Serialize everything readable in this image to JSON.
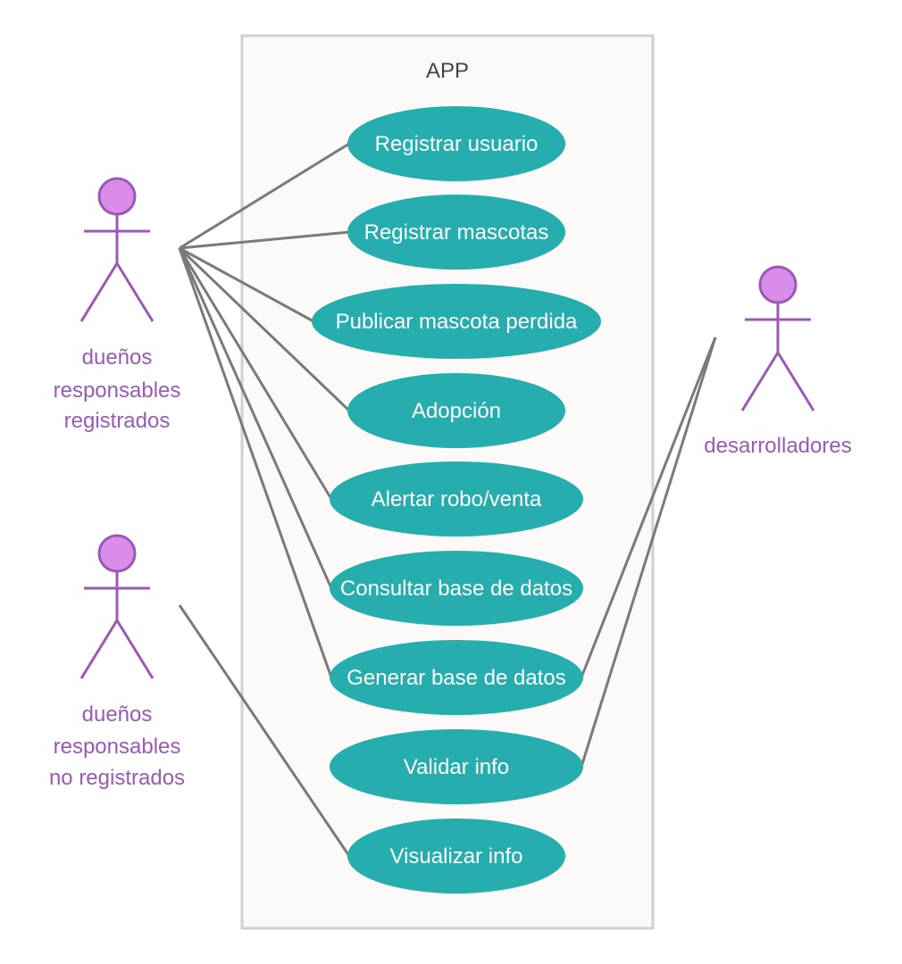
{
  "system": {
    "title": "APP"
  },
  "use_cases": [
    {
      "id": "uc1",
      "label": "Registrar usuario"
    },
    {
      "id": "uc2",
      "label": "Registrar mascotas"
    },
    {
      "id": "uc3",
      "label": "Publicar mascota perdida"
    },
    {
      "id": "uc4",
      "label": "Adopción"
    },
    {
      "id": "uc5",
      "label": "Alertar robo/venta"
    },
    {
      "id": "uc6",
      "label": "Consultar base de datos"
    },
    {
      "id": "uc7",
      "label": "Generar base de datos"
    },
    {
      "id": "uc8",
      "label": "Validar info"
    },
    {
      "id": "uc9",
      "label": "Visualizar info"
    }
  ],
  "actors": [
    {
      "id": "a1",
      "lines": [
        "dueños",
        "responsables",
        "registrados"
      ]
    },
    {
      "id": "a2",
      "lines": [
        "dueños",
        "responsables",
        "no registrados"
      ]
    },
    {
      "id": "a3",
      "lines": [
        "desarrolladores"
      ]
    }
  ],
  "associations": [
    [
      "a1",
      "uc1"
    ],
    [
      "a1",
      "uc2"
    ],
    [
      "a1",
      "uc3"
    ],
    [
      "a1",
      "uc4"
    ],
    [
      "a1",
      "uc5"
    ],
    [
      "a1",
      "uc6"
    ],
    [
      "a1",
      "uc7"
    ],
    [
      "a2",
      "uc9"
    ],
    [
      "a3",
      "uc7"
    ],
    [
      "a3",
      "uc8"
    ]
  ],
  "colors": {
    "use_case_fill": "#26aeae",
    "actor_fill": "#d98ce8",
    "actor_stroke": "#9b59b6",
    "actor_label": "#9b59b6",
    "line": "#7a7a7a",
    "system_fill": "#fbfaf8",
    "system_border": "#d0d0d0"
  }
}
